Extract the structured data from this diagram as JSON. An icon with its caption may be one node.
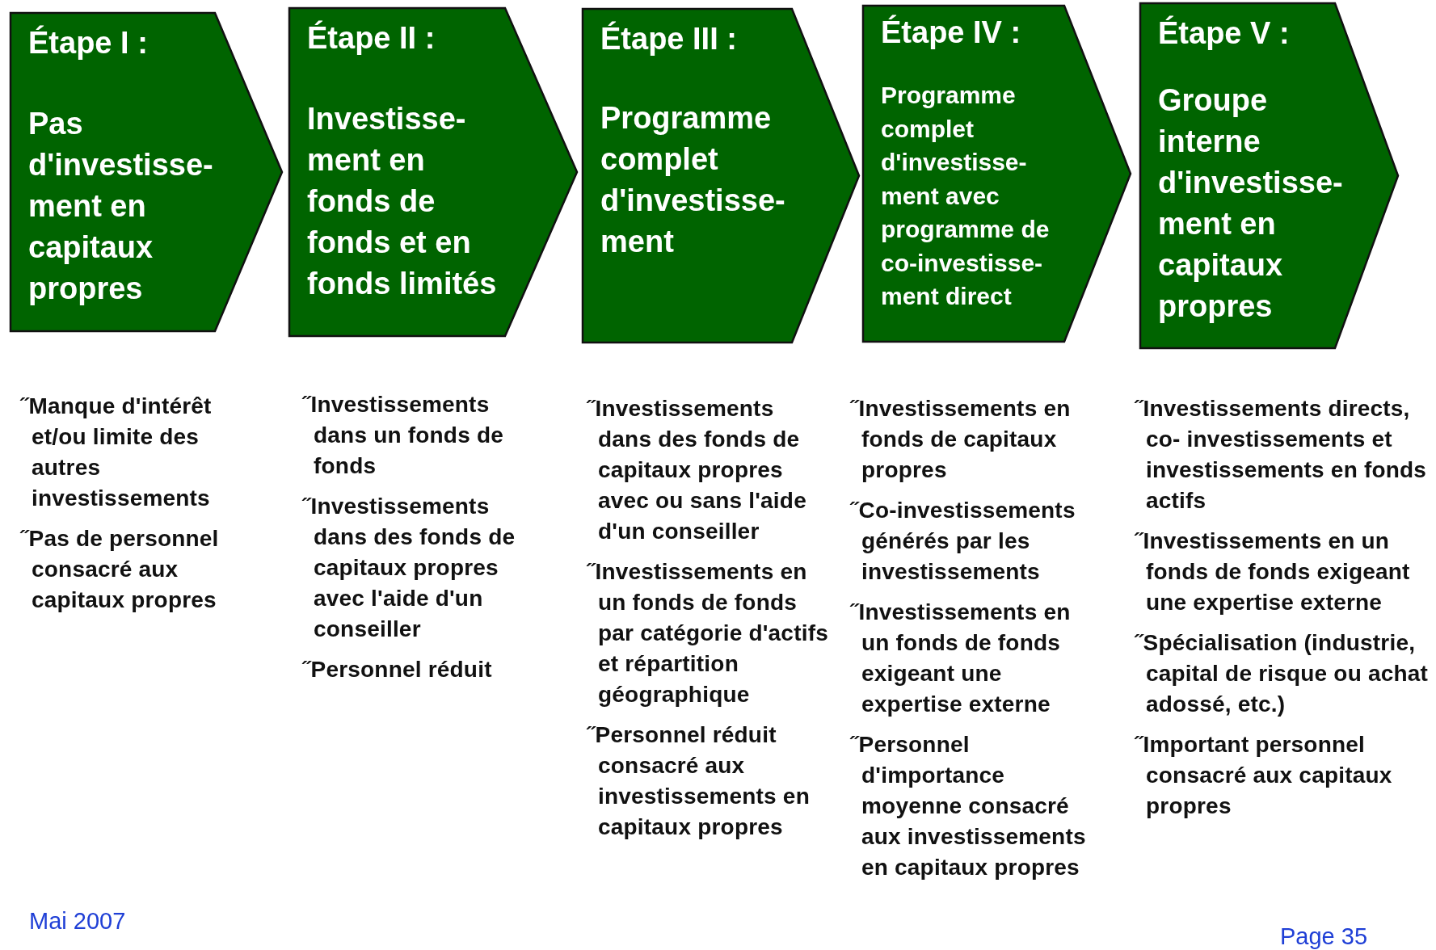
{
  "diagram": {
    "nodes": [
      {
        "text": [
          "Étape I :",
          "Pas d'investisse- ment en capitaux propres"
        ],
        "beside": [
          "˝Manque d'intérêt et/ou limite des autres investissements",
          "˝Pas de personnel consacré aux capitaux propres"
        ]
      },
      {
        "text": [
          "Étape II :",
          "Investisse- ment en fonds de fonds et en fonds limités"
        ],
        "beside": [
          "˝Investissements dans un fonds de fonds",
          "˝Investissements dans des fonds de capitaux propres avec l'aide d'un conseiller",
          "˝Personnel réduit"
        ]
      },
      {
        "text": [
          "Étape III :",
          "Programme complet d'investisse- ment"
        ],
        "beside": [
          "˝Investissements dans des fonds de capitaux propres avec ou sans l'aide d'un conseiller",
          "˝Investissements en un fonds de fonds par catégorie d'actifs et répartition géographique",
          "˝Personnel réduit consacré aux investissements en capitaux propres"
        ]
      },
      {
        "text": [
          "Étape IV :",
          "Programme complet d'investisse- ment avec programme de co-investisse- ment direct"
        ],
        "beside": [
          "˝Investissements en fonds de capitaux propres",
          "˝Co-investissements générés par les investissements",
          "˝Investissements en un fonds de fonds exigeant une expertise externe",
          "˝Personnel d'importance moyenne consacré aux investissements en capitaux propres"
        ]
      },
      {
        "text": [
          "Étape V :",
          "Groupe interne d'investisse- ment en capitaux propres"
        ],
        "beside": [
          "˝Investissements directs, co- investissements et investissements en fonds actifs",
          "˝Investissements en un fonds de fonds exigeant une expertise externe",
          "˝Spécialisation (industrie, capital de risque ou achat adossé, etc.)",
          "˝Important personnel consacré aux capitaux propres"
        ]
      }
    ],
    "labels": [
      "Mai 2007",
      "Page 35"
    ]
  }
}
